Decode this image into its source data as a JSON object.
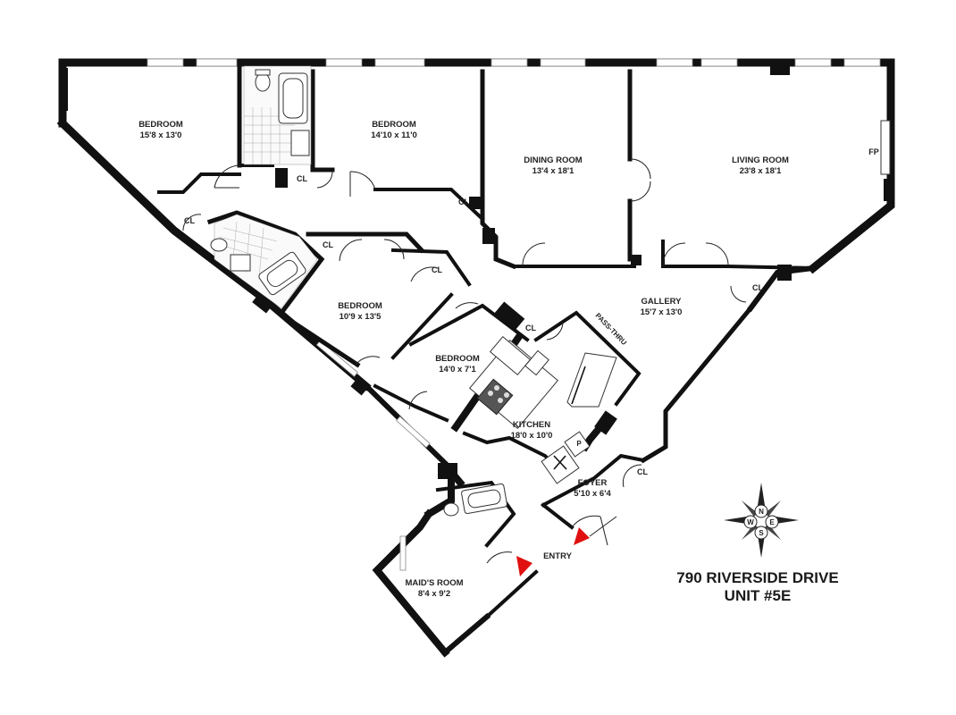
{
  "rooms": {
    "bedroom1": {
      "name": "BEDROOM",
      "dim": "15'8 x 13'0"
    },
    "bedroom2": {
      "name": "BEDROOM",
      "dim": "14'10 x 11'0"
    },
    "dining": {
      "name": "DINING ROOM",
      "dim": "13'4 x 18'1"
    },
    "living": {
      "name": "LIVING ROOM",
      "dim": "23'8 x 18'1"
    },
    "bedroom3": {
      "name": "BEDROOM",
      "dim": "10'9 x 13'5"
    },
    "bedroom4": {
      "name": "BEDROOM",
      "dim": "14'0 x 7'1"
    },
    "gallery": {
      "name": "GALLERY",
      "dim": "15'7 x 13'0"
    },
    "kitchen": {
      "name": "KITCHEN",
      "dim": "18'0 x 10'0"
    },
    "foyer": {
      "name": "FOYER",
      "dim": "5'10 x 6'4"
    },
    "maids": {
      "name": "MAID'S ROOM",
      "dim": "8'4 x 9'2"
    }
  },
  "labels": {
    "closet": "CL",
    "fireplace": "FP",
    "pass_thru": "PASS-THRU",
    "entry": "ENTRY",
    "pantry": "P"
  },
  "compass": {
    "n": "N",
    "s": "S",
    "e": "E",
    "w": "W"
  },
  "title": {
    "line1": "790 RIVERSIDE DRIVE",
    "line2": "UNIT #5E"
  },
  "colors": {
    "wall": "#111111",
    "entry_marker": "#e01010"
  }
}
